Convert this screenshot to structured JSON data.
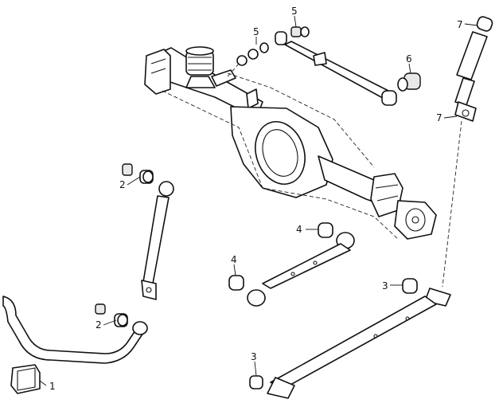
{
  "diagram": {
    "callouts": {
      "c1": "1",
      "c2a": "2",
      "c2b": "2",
      "c3a": "3",
      "c3b": "3",
      "c4a": "4",
      "c4b": "4",
      "c5a": "5",
      "c5b": "5",
      "c6": "6",
      "c7a": "7",
      "c7b": "7"
    }
  }
}
